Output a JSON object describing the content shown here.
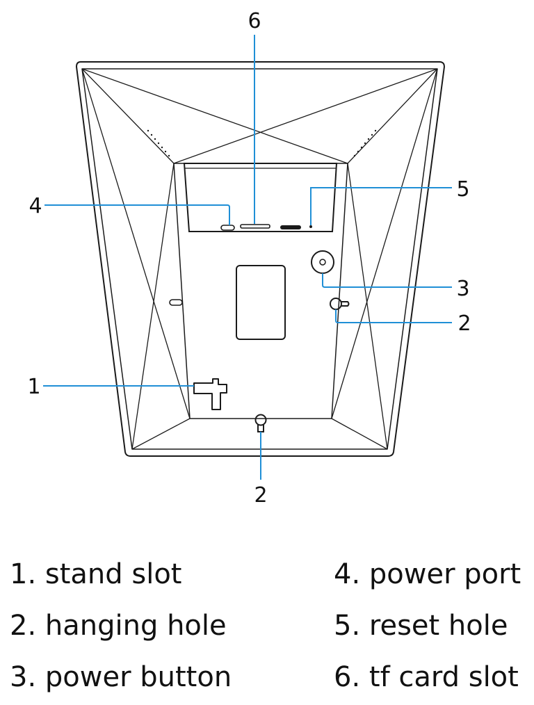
{
  "callouts": {
    "top_tf_slot": "6",
    "reset": "5",
    "power_port": "4",
    "power_button": "3",
    "hanging_right": "2",
    "stand_slot": "1",
    "hanging_bottom": "2"
  },
  "legend": [
    {
      "number": "1.",
      "label": "stand slot"
    },
    {
      "number": "2.",
      "label": "hanging hole"
    },
    {
      "number": "3.",
      "label": "power button"
    },
    {
      "number": "4.",
      "label": "power port"
    },
    {
      "number": "5.",
      "label": "reset hole"
    },
    {
      "number": "6.",
      "label": "tf card slot"
    }
  ],
  "colors": {
    "outline": "#1a1a1a",
    "leader": "#1f8fd6",
    "text": "#111111"
  }
}
